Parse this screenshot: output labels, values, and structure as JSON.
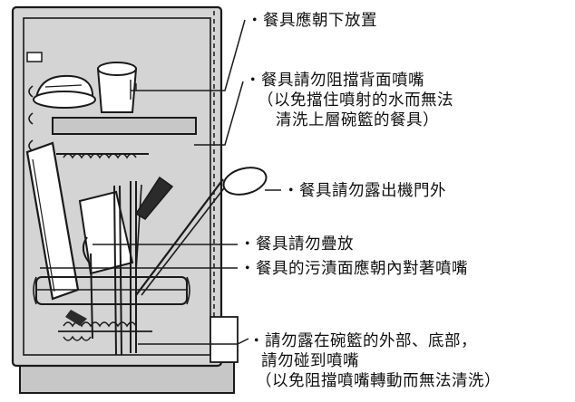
{
  "colors": {
    "outline": "#1a1a1a",
    "cabinet_fill": "#d4d4d4",
    "base_fill": "#c7c7c7",
    "dish_fill": "#ffffff",
    "text": "#111111"
  },
  "callouts": [
    {
      "lines": [
        "・餐具應朝下放置"
      ]
    },
    {
      "lines": [
        "・餐具請勿阻擋背面噴嘴",
        "（以免擋住噴射的水而無法",
        "清洗上層碗籃的餐具）"
      ]
    },
    {
      "lines": [
        "・餐具請勿露出機門外"
      ]
    },
    {
      "lines": [
        "・餐具請勿疊放"
      ]
    },
    {
      "lines": [
        "・餐具的污漬面應朝內對著噴嘴"
      ]
    },
    {
      "lines": [
        "・請勿露在碗籃的外部、底部，",
        "請勿碰到噴嘴",
        "（以免阻擋噴嘴轉動而無法清洗）"
      ]
    }
  ]
}
